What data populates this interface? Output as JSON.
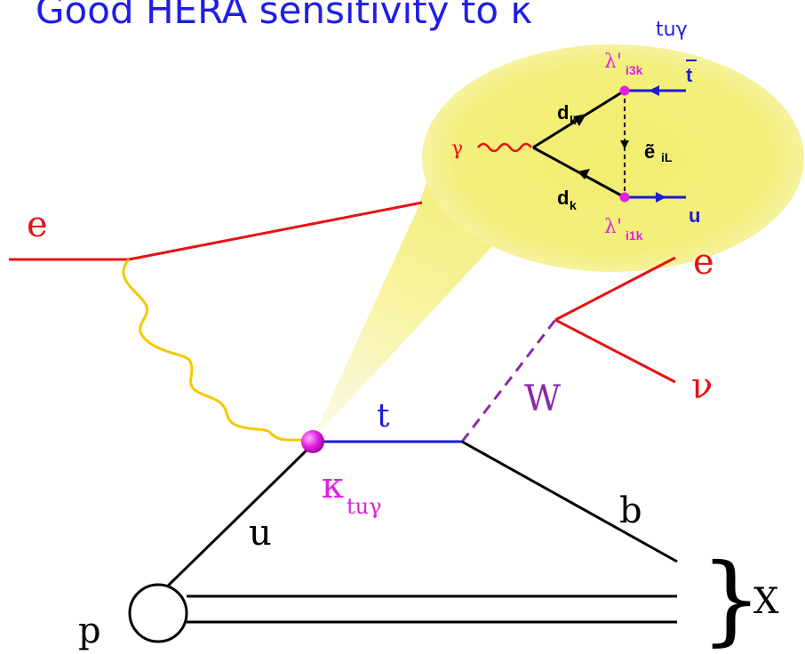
{
  "title": {
    "text": "Good HERA sensitivity to κ",
    "subscript": "tuγ"
  },
  "colors": {
    "title": "#1e1ee6",
    "electron": "#e81212",
    "photon": "#f5c800",
    "top": "#1c1cd6",
    "w_boson": "#8a2aa8",
    "quark": "#000000",
    "vertex": "#e020e0",
    "zoom_glow": "#f4f070"
  },
  "labels": {
    "e_in": "e",
    "e_out": "e",
    "nu": "ν",
    "w": "W",
    "t": "t",
    "b": "b",
    "u": "u",
    "p": "p",
    "x": "X",
    "brace": "}",
    "kappa": "κ",
    "kappa_sub": "tuγ"
  },
  "inset": {
    "gamma": "γ",
    "dk_top": "d",
    "dk_top_sub": "k",
    "dk_bottom": "d",
    "dk_bottom_sub": "k",
    "tbar": "t",
    "u": "u",
    "selectron": "ẽ",
    "selectron_sub": "iL",
    "lambda_top": "λ'",
    "lambda_top_sub": "i3k",
    "lambda_bottom": "λ'",
    "lambda_bottom_sub": "i1k"
  }
}
